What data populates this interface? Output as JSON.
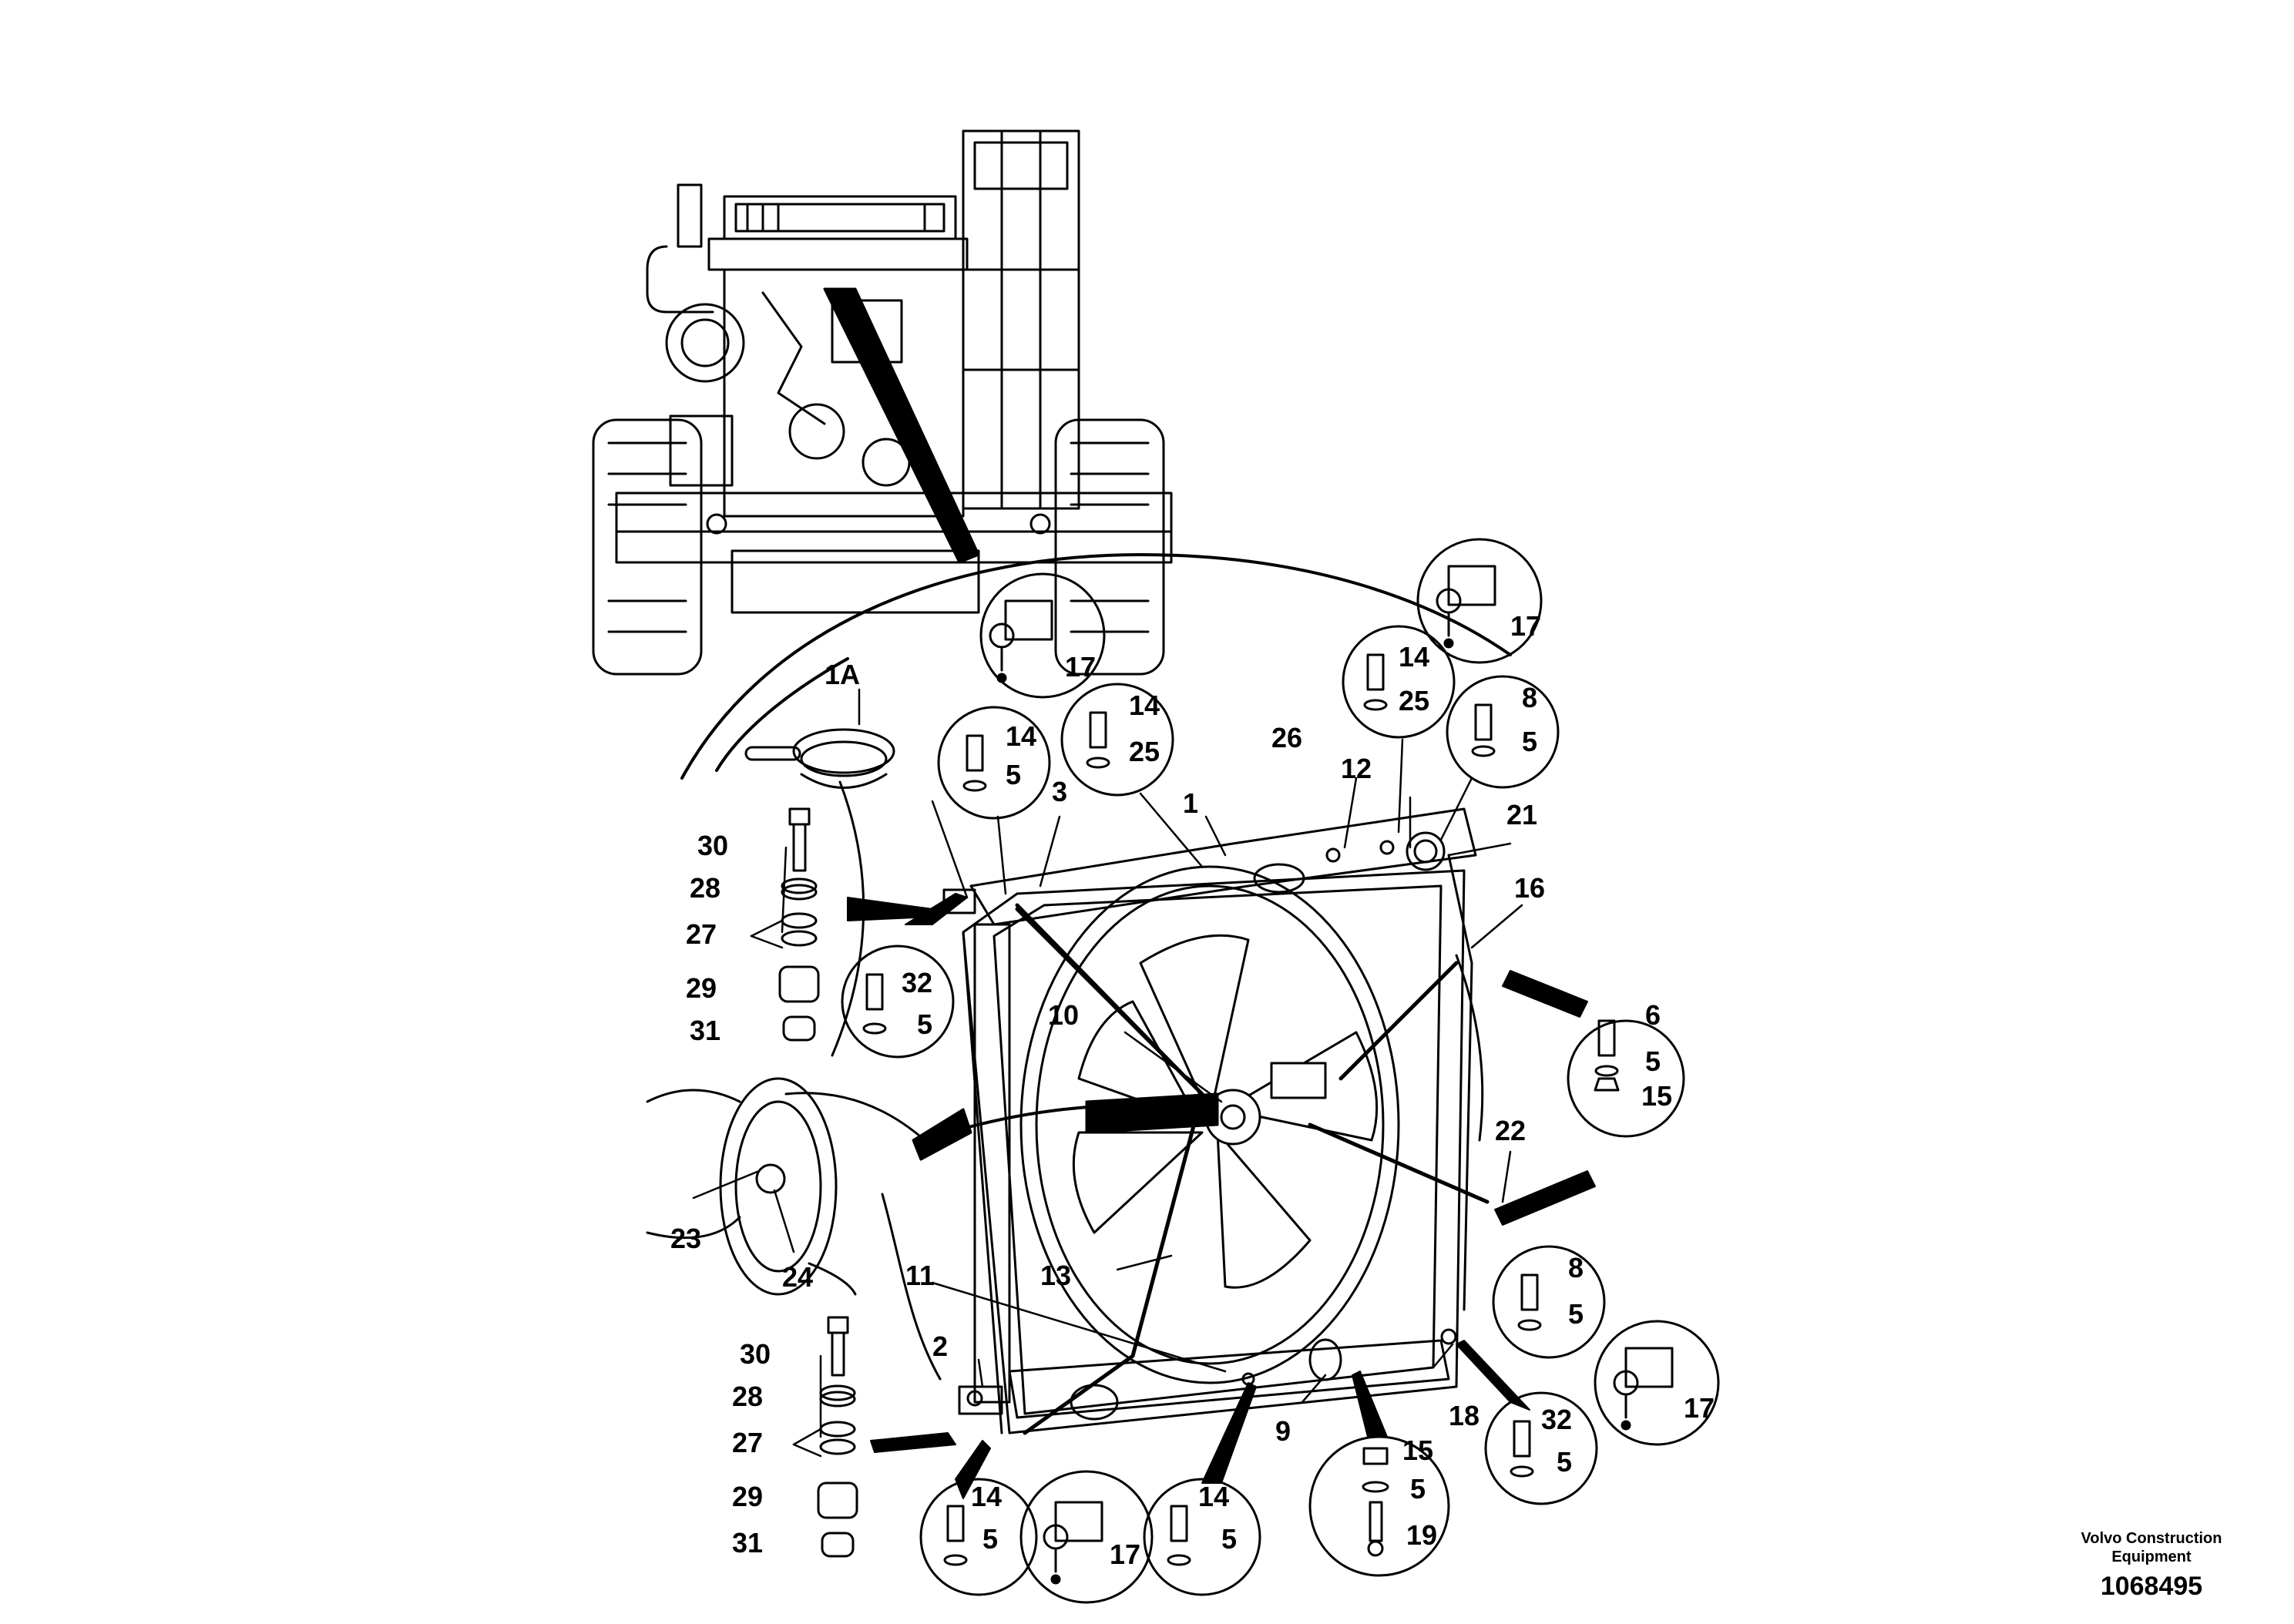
{
  "labels": {
    "l1A": "1A",
    "l1": "1",
    "l2": "2",
    "l3": "3",
    "l9": "9",
    "l10": "10",
    "l11": "11",
    "l12": "12",
    "l13": "13",
    "l16": "16",
    "l18": "18",
    "l21": "21",
    "l22": "22",
    "l23": "23",
    "l24": "24",
    "l26": "26",
    "c1_17": "17",
    "c2_14": "14",
    "c2_5": "5",
    "c3_14": "14",
    "c3_25": "25",
    "c4_14": "14",
    "c4_25": "25",
    "c5_17": "17",
    "c6_8": "8",
    "c6_5": "5",
    "c7_32": "32",
    "c7_5": "5",
    "c8_6": "6",
    "c8_5": "5",
    "c8_15": "15",
    "c9_8": "8",
    "c9_5": "5",
    "c10_17": "17",
    "c11_32": "32",
    "c11_5": "5",
    "c12_15": "15",
    "c12_5": "5",
    "c12_19": "19",
    "c13_14": "14",
    "c13_5": "5",
    "c14_17": "17",
    "c15_14": "14",
    "c15_5": "5",
    "s1_30": "30",
    "s1_28": "28",
    "s1_27": "27",
    "s1_29": "29",
    "s1_31": "31",
    "s2_30": "30",
    "s2_28": "28",
    "s2_27": "27",
    "s2_29": "29",
    "s2_31": "31"
  },
  "footer": {
    "brand_line1": "Volvo Construction",
    "brand_line2": "Equipment",
    "doc_number": "1068495"
  }
}
